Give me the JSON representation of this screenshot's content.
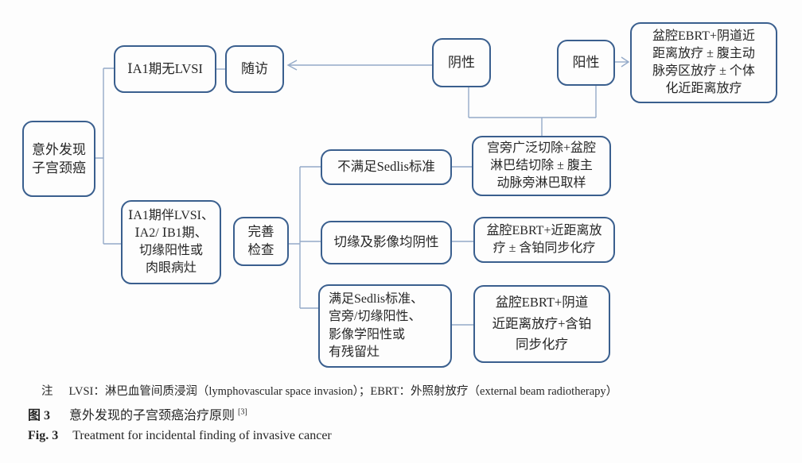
{
  "figure": {
    "colors": {
      "box_border": "#3a5f8e",
      "connector": "#94aac8",
      "text": "#262626",
      "background": "#fdfdfd"
    },
    "boxes": {
      "incidental": {
        "lines": [
          "意外发现",
          "子宫颈癌"
        ]
      },
      "ia1_no_lvsi": {
        "lines": [
          "ⅠA1期无LVSI"
        ]
      },
      "follow_up": {
        "lines": [
          "随访"
        ]
      },
      "negative": {
        "lines": [
          "阴性"
        ]
      },
      "positive": {
        "lines": [
          "阳性"
        ]
      },
      "positive_treatment": {
        "lines": [
          "盆腔EBRT+阴道近",
          "距离放疗 ± 腹主动",
          "脉旁区放疗 ± 个体",
          "化近距离放疗"
        ]
      },
      "ia1_with_lvsi": {
        "lines": [
          "ⅠA1期伴LVSI、",
          "ⅠA2/ ⅠB1期、",
          "切缘阳性或",
          "肉眼病灶"
        ]
      },
      "complete_workup": {
        "lines": [
          "完善",
          "检查"
        ]
      },
      "not_sedlis": {
        "lines": [
          "不满足Sedlis标准"
        ]
      },
      "radical_resection": {
        "lines": [
          "宫旁广泛切除+盆腔",
          "淋巴结切除 ± 腹主",
          "动脉旁淋巴取样"
        ]
      },
      "margins_negative": {
        "lines": [
          "切缘及影像均阴性"
        ]
      },
      "ebrt_brachy": {
        "lines": [
          "盆腔EBRT+近距离放",
          "疗 ± 含铂同步化疗"
        ]
      },
      "sedlis_met": {
        "lines": [
          "满足Sedlis标准、",
          "宫旁/切缘阳性、",
          "影像学阳性或",
          "有残留灶"
        ]
      },
      "ebrt_vaginal_platinum": {
        "lines": [
          "盆腔EBRT+阴道",
          "近距离放疗+含铂",
          "同步化疗"
        ]
      }
    },
    "captions": {
      "note_label": "注",
      "note_text": "LVSI：淋巴血管间质浸润（lymphovascular space invasion）；EBRT：外照射放疗（external beam radiotherapy）",
      "fig_cn_label": "图 3",
      "fig_cn_text": "意外发现的子宫颈癌治疗原则",
      "fig_cn_sup": "[3]",
      "fig_en_label": "Fig. 3",
      "fig_en_text": "Treatment for incidental finding of invasive cancer"
    }
  }
}
